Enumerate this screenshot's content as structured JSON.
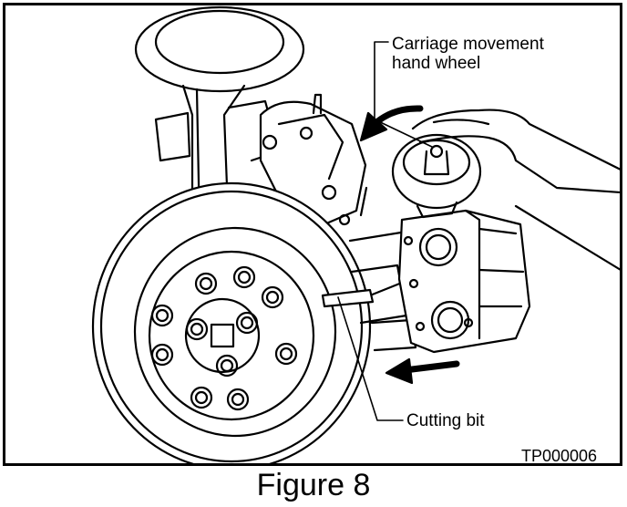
{
  "figure": {
    "labels": {
      "hand_wheel_line1": "Carriage movement",
      "hand_wheel_line2": "hand wheel",
      "cutting_bit": "Cutting bit"
    },
    "code": "TP000006",
    "caption": "Figure 8",
    "colors": {
      "ink": "#000000",
      "paper": "#ffffff"
    },
    "arrows": [
      {
        "name": "rotation-arrow",
        "meaning": "rotate hand wheel"
      },
      {
        "name": "feed-arrow",
        "meaning": "carriage movement direction"
      }
    ]
  }
}
